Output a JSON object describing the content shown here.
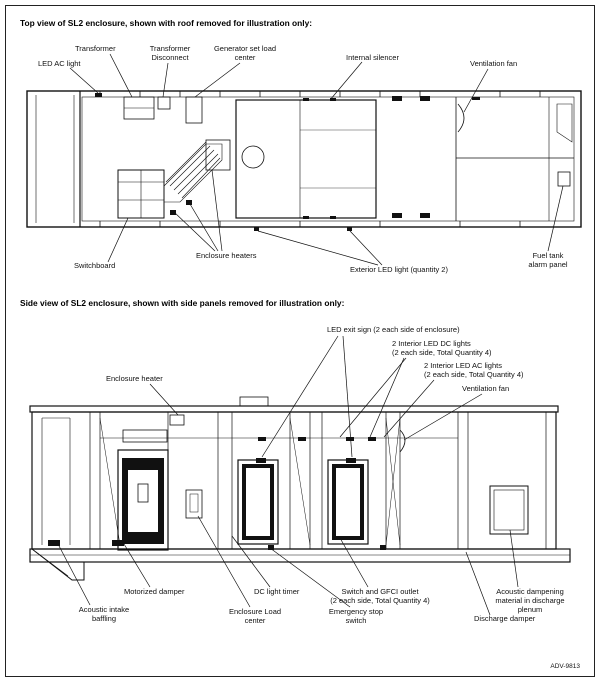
{
  "top_view": {
    "heading": "Top view of SL2 enclosure, shown with roof removed for illustration only:",
    "labels": {
      "led_ac_light": "LED AC light",
      "transformer": "Transformer",
      "transformer_disconnect_1": "Transformer",
      "transformer_disconnect_2": "Disconnect",
      "load_center_1": "Generator set load",
      "load_center_2": "center",
      "internal_silencer": "Internal silencer",
      "ventilation_fan": "Ventilation fan",
      "switchboard": "Switchboard",
      "enclosure_heaters": "Enclosure heaters",
      "exterior_led": "Exterior LED light (quantity 2)",
      "fuel_tank_1": "Fuel tank",
      "fuel_tank_2": "alarm panel"
    }
  },
  "side_view": {
    "heading": "Side view of SL2 enclosure, shown with side panels removed for illustration only:",
    "labels": {
      "led_exit_sign": "LED exit sign (2 each side of enclosure)",
      "dc_lights_1": "2 Interior LED DC lights",
      "dc_lights_2": "(2 each side, Total Quantity 4)",
      "ac_lights_1": "2 Interior LED AC lights",
      "ac_lights_2": "(2 each side, Total Quantity 4)",
      "enclosure_heater": "Enclosure heater",
      "ventilation_fan": "Ventilation fan",
      "motorized_damper": "Motorized damper",
      "dc_light_timer": "DC light timer",
      "switch_gfci_1": "Switch and GFCI outlet",
      "switch_gfci_2": "(2 each side, Total Quantity 4)",
      "acoustic_dampening_1": "Acoustic dampening",
      "acoustic_dampening_2": "material in discharge",
      "acoustic_dampening_3": "plenum",
      "acoustic_intake_1": "Acoustic intake",
      "acoustic_intake_2": "baffling",
      "enclosure_load_1": "Enclosure Load",
      "enclosure_load_2": "center",
      "emergency_stop_1": "Emergency stop",
      "emergency_stop_2": "switch",
      "discharge_damper": "Discharge damper"
    }
  },
  "reference": "ADV-9813"
}
